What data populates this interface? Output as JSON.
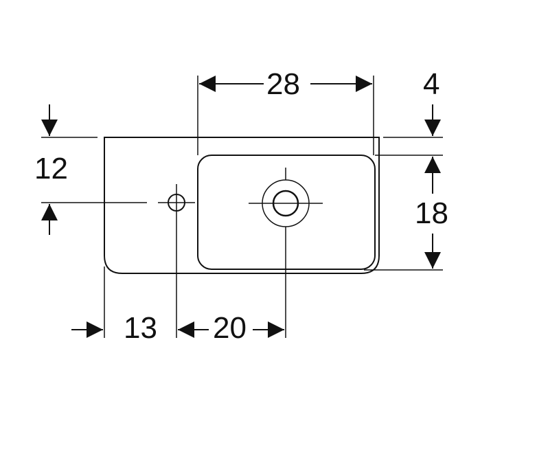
{
  "drawing": {
    "subject": "wall-hung hand basin, top view",
    "line_color": "#111111",
    "background_color": "#ffffff"
  },
  "dimensions": {
    "bowl_width": "28",
    "rim_offset": "4",
    "tap_hole_depth": "12",
    "bowl_depth": "18",
    "tap_hole_offset": "13",
    "tap_to_drain": "20"
  }
}
